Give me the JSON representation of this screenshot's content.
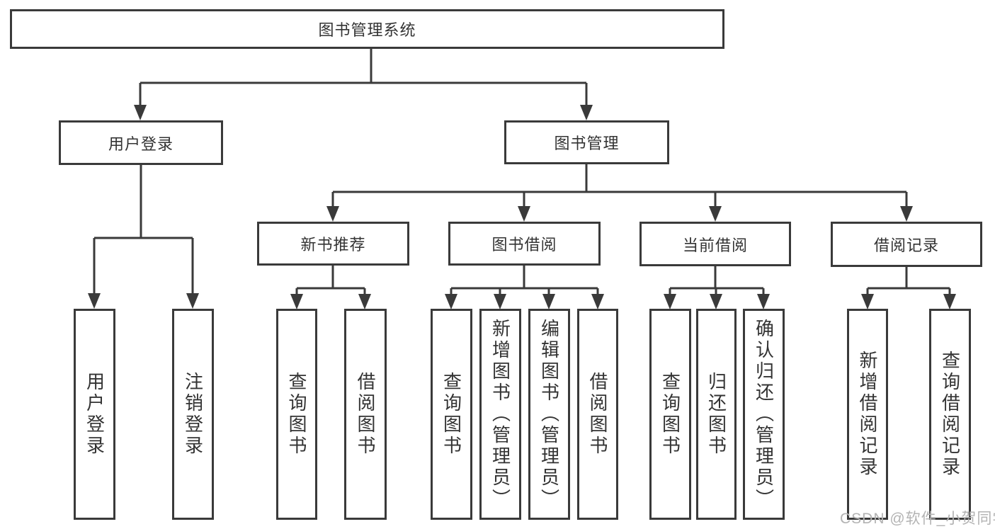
{
  "diagram": {
    "root": {
      "label": "图书管理系统"
    },
    "level2": [
      {
        "id": "user-login",
        "label": "用户登录",
        "children": [
          {
            "label": "用户登录"
          },
          {
            "label": "注销登录"
          }
        ]
      },
      {
        "id": "book-management",
        "label": "图书管理",
        "sections": [
          {
            "id": "new-book-recommend",
            "label": "新书推荐",
            "children": [
              {
                "label": "查询图书"
              },
              {
                "label": "借阅图书"
              }
            ]
          },
          {
            "id": "book-borrow",
            "label": "图书借阅",
            "children": [
              {
                "label": "查询图书"
              },
              {
                "label": "新增图书（管理员）"
              },
              {
                "label": "编辑图书（管理员）"
              },
              {
                "label": "借阅图书"
              }
            ]
          },
          {
            "id": "current-borrow",
            "label": "当前借阅",
            "children": [
              {
                "label": "查询图书"
              },
              {
                "label": "归还图书"
              },
              {
                "label": "确认归还（管理员）"
              }
            ]
          },
          {
            "id": "borrow-record",
            "label": "借阅记录",
            "children": [
              {
                "label": "新增借阅记录"
              },
              {
                "label": "查询借阅记录"
              }
            ]
          }
        ]
      }
    ],
    "watermark": "CSDN @软件_小贺同学",
    "colors": {
      "line": "#3a3a3a",
      "text": "#333333",
      "box_background": "#ffffff",
      "watermark": "#b3b3b3"
    }
  }
}
